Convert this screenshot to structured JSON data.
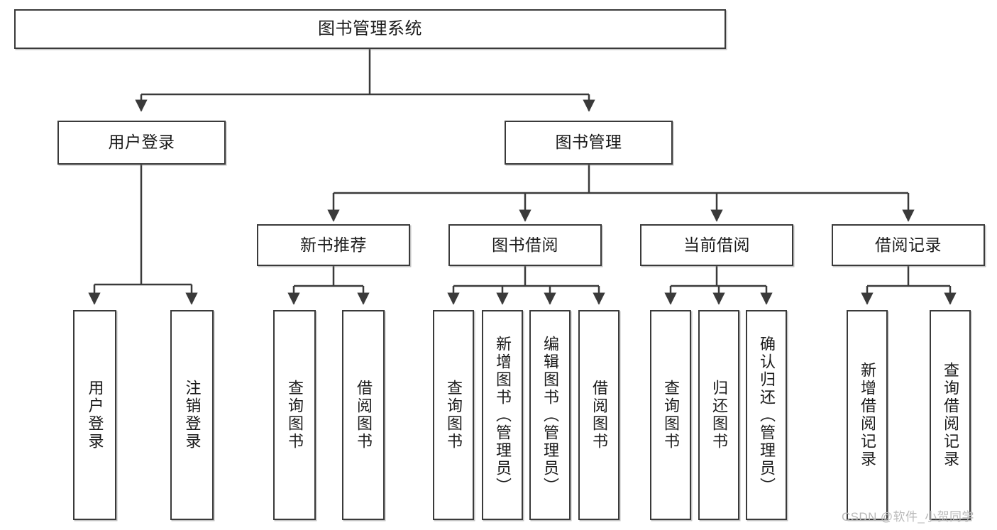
{
  "diagram": {
    "title": "图书管理系统",
    "root": {
      "label": "图书管理系统"
    },
    "level2": [
      {
        "label": "用户登录"
      },
      {
        "label": "图书管理"
      }
    ],
    "level3": [
      {
        "label": "新书推荐"
      },
      {
        "label": "图书借阅"
      },
      {
        "label": "当前借阅"
      },
      {
        "label": "借阅记录"
      }
    ],
    "leaves": [
      {
        "label": "用户登录"
      },
      {
        "label": "注销登录"
      },
      {
        "label": "查询图书"
      },
      {
        "label": "借阅图书"
      },
      {
        "label": "查询图书"
      },
      {
        "label": "新增图书（管理员）"
      },
      {
        "label": "编辑图书（管理员）"
      },
      {
        "label": "借阅图书"
      },
      {
        "label": "查询图书"
      },
      {
        "label": "归还图书"
      },
      {
        "label": "确认归还（管理员）"
      },
      {
        "label": "新增借阅记录"
      },
      {
        "label": "查询借阅记录"
      }
    ],
    "colors": {
      "stroke": "#3a3a3a",
      "fill": "#ffffff",
      "text": "#1b1b1b",
      "watermark": "#b9b9b9"
    }
  },
  "watermark": {
    "text": "CSDN @软件_小贺同学"
  }
}
